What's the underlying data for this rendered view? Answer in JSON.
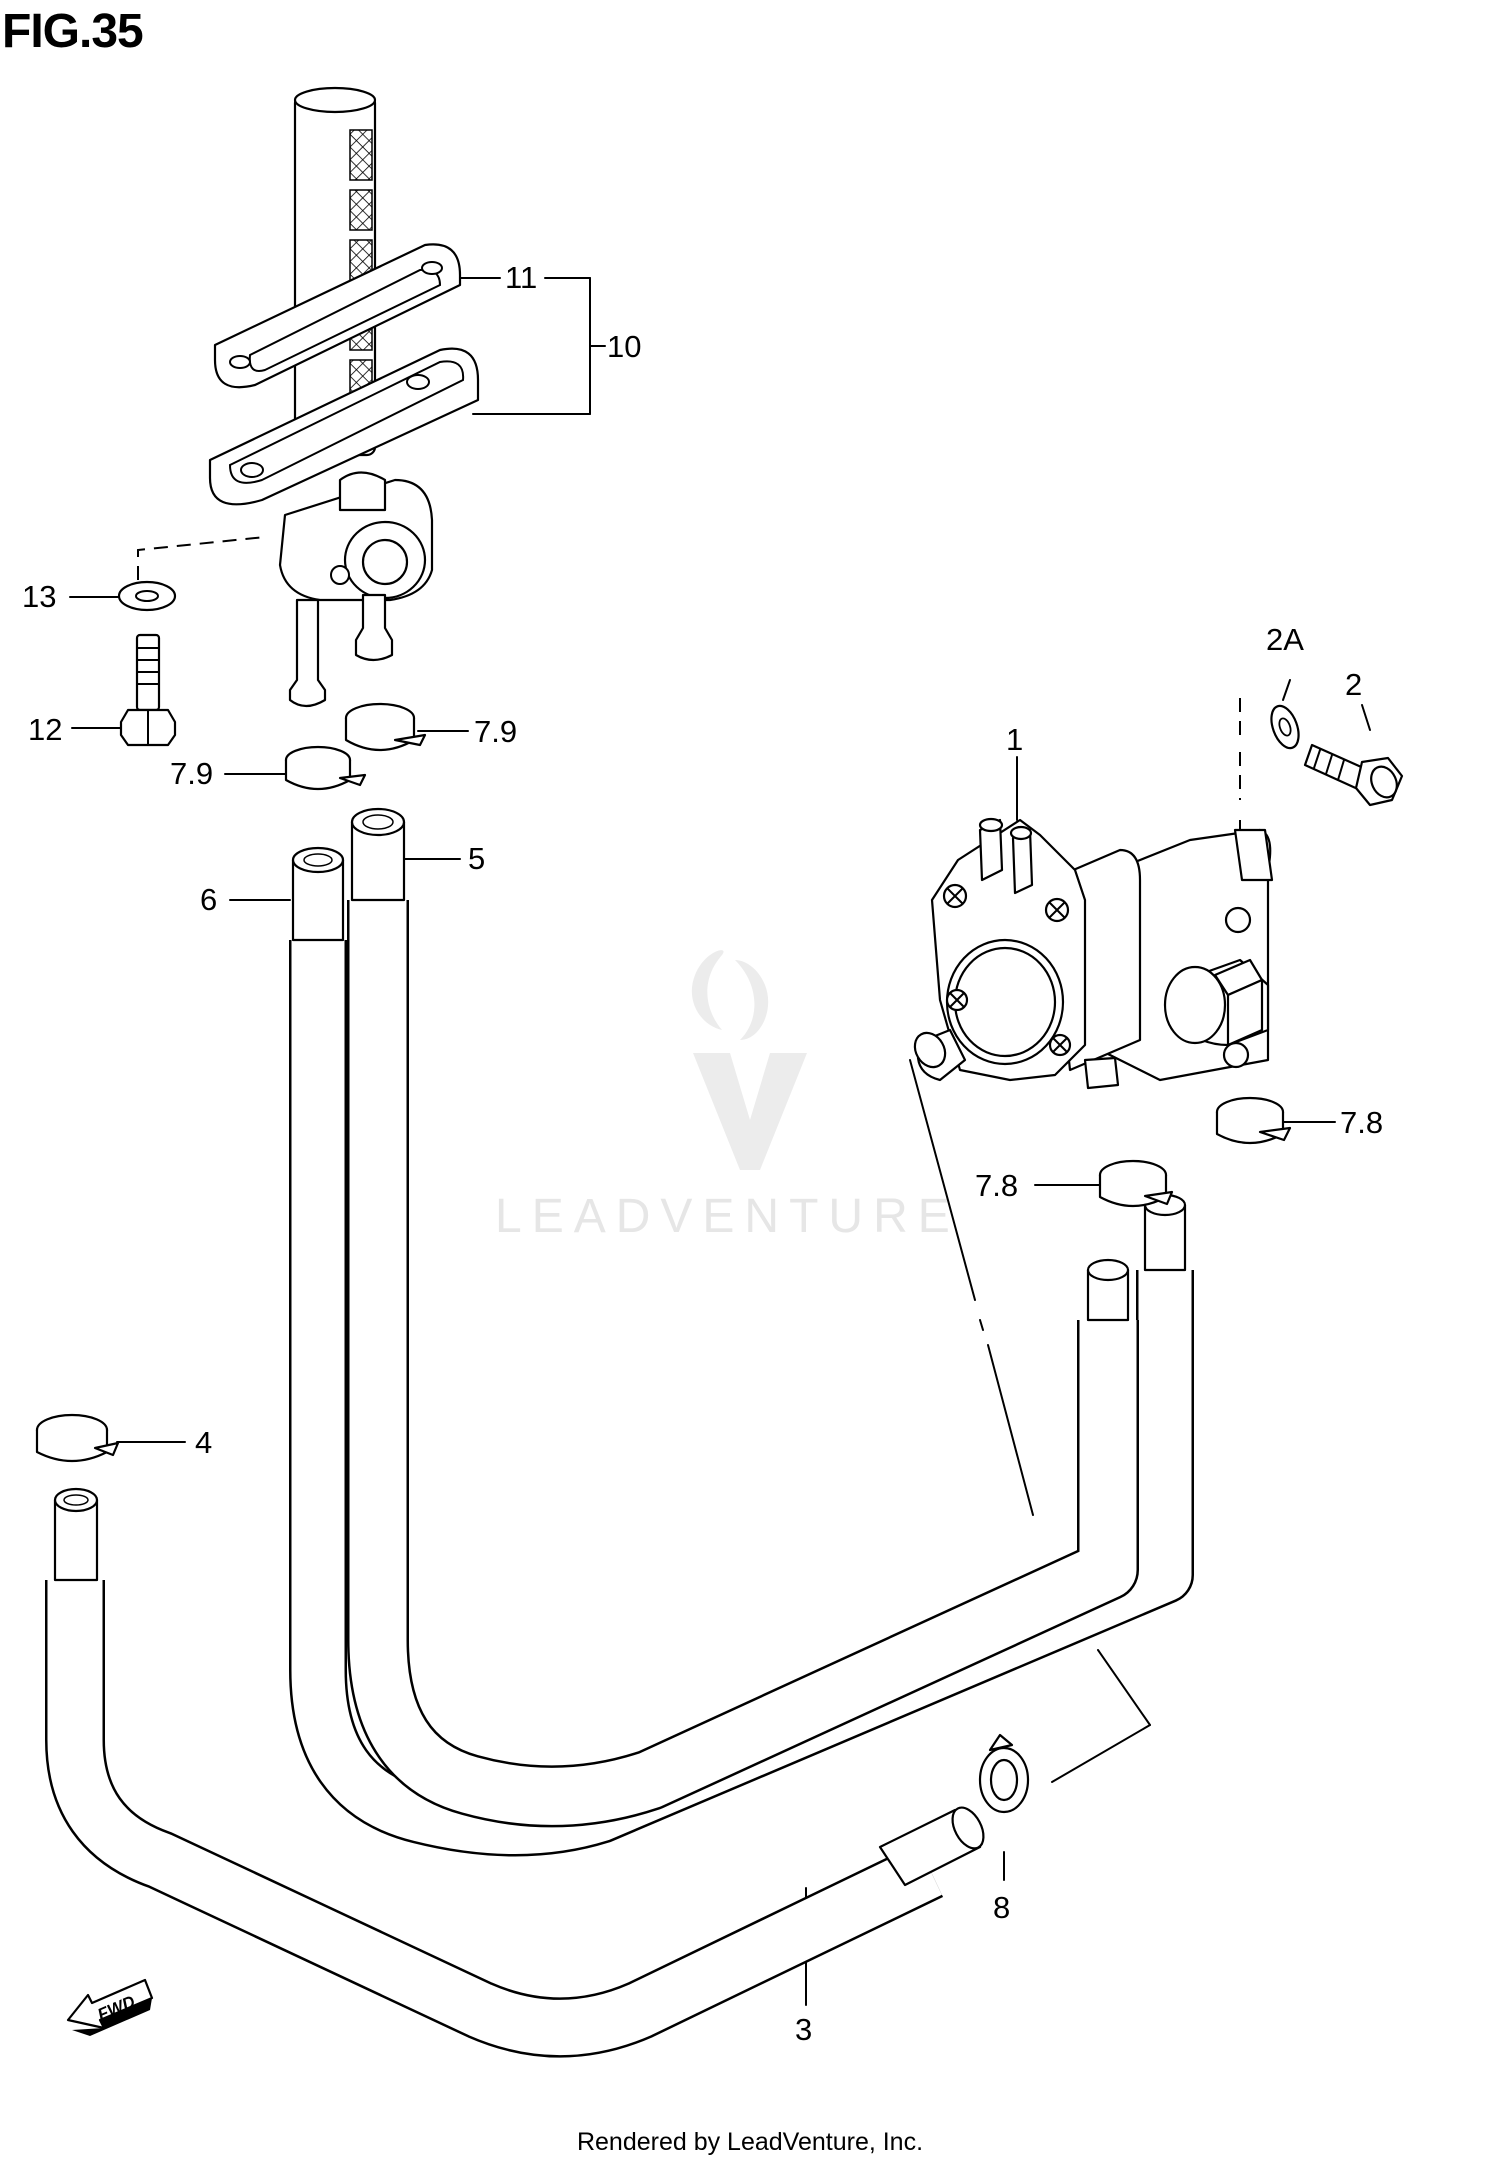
{
  "figure": {
    "title": "FIG.35"
  },
  "callouts": {
    "p1": "1",
    "p2": "2",
    "p2a": "2A",
    "p3": "3",
    "p4": "4",
    "p5": "5",
    "p6": "6",
    "p78a": "7.8",
    "p78b": "7.8",
    "p79a": "7.9",
    "p79b": "7.9",
    "p8": "8",
    "p10": "10",
    "p11": "11",
    "p12": "12",
    "p13": "13"
  },
  "fwd_label": "FWD",
  "watermark": "LEADVENTURE",
  "footer": "Rendered by LeadVenture, Inc.",
  "colors": {
    "ink": "#000000",
    "paper": "#ffffff",
    "watermark": "#e6e6e6"
  }
}
